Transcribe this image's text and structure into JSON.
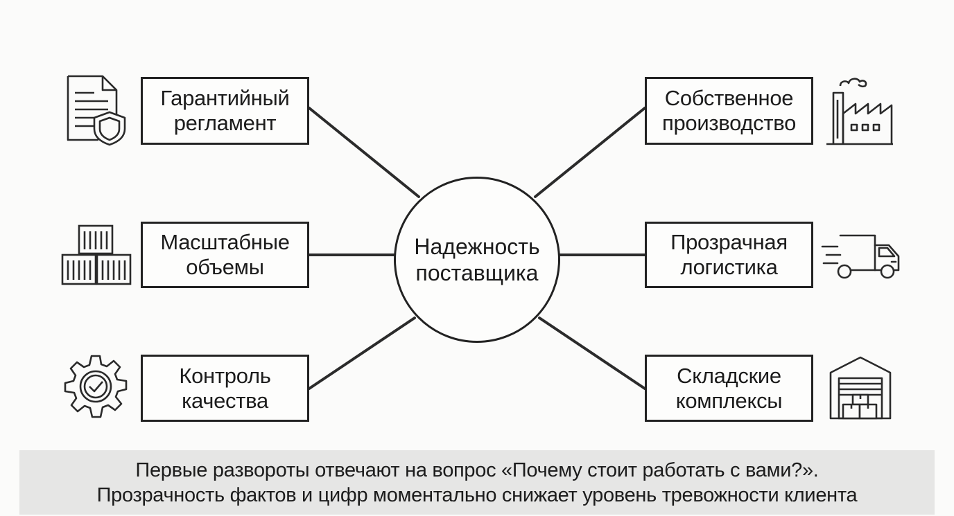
{
  "center": {
    "line1": "Надежность",
    "line2": "поставщика"
  },
  "nodes": {
    "warranty": {
      "line1": "Гарантийный",
      "line2": "регламент",
      "icon": "document-shield-icon"
    },
    "volumes": {
      "line1": "Масштабные",
      "line2": "объемы",
      "icon": "containers-icon"
    },
    "quality": {
      "line1": "Контроль",
      "line2": "качества",
      "icon": "gear-check-icon"
    },
    "production": {
      "line1": "Собственное",
      "line2": "производство",
      "icon": "factory-icon"
    },
    "logistics": {
      "line1": "Прозрачная",
      "line2": "логистика",
      "icon": "delivery-truck-icon"
    },
    "warehouses": {
      "line1": "Складские",
      "line2": "комплексы",
      "icon": "warehouse-icon"
    }
  },
  "footer": {
    "line1": "Первые развороты отвечают на вопрос «Почему стоит работать с вами?».",
    "line2": "Прозрачность фактов и цифр моментально снижает уровень тревожности клиента"
  },
  "colors": {
    "stroke": "#222222",
    "background": "#fbfbfa",
    "footer_bg": "#e6e6e5"
  }
}
